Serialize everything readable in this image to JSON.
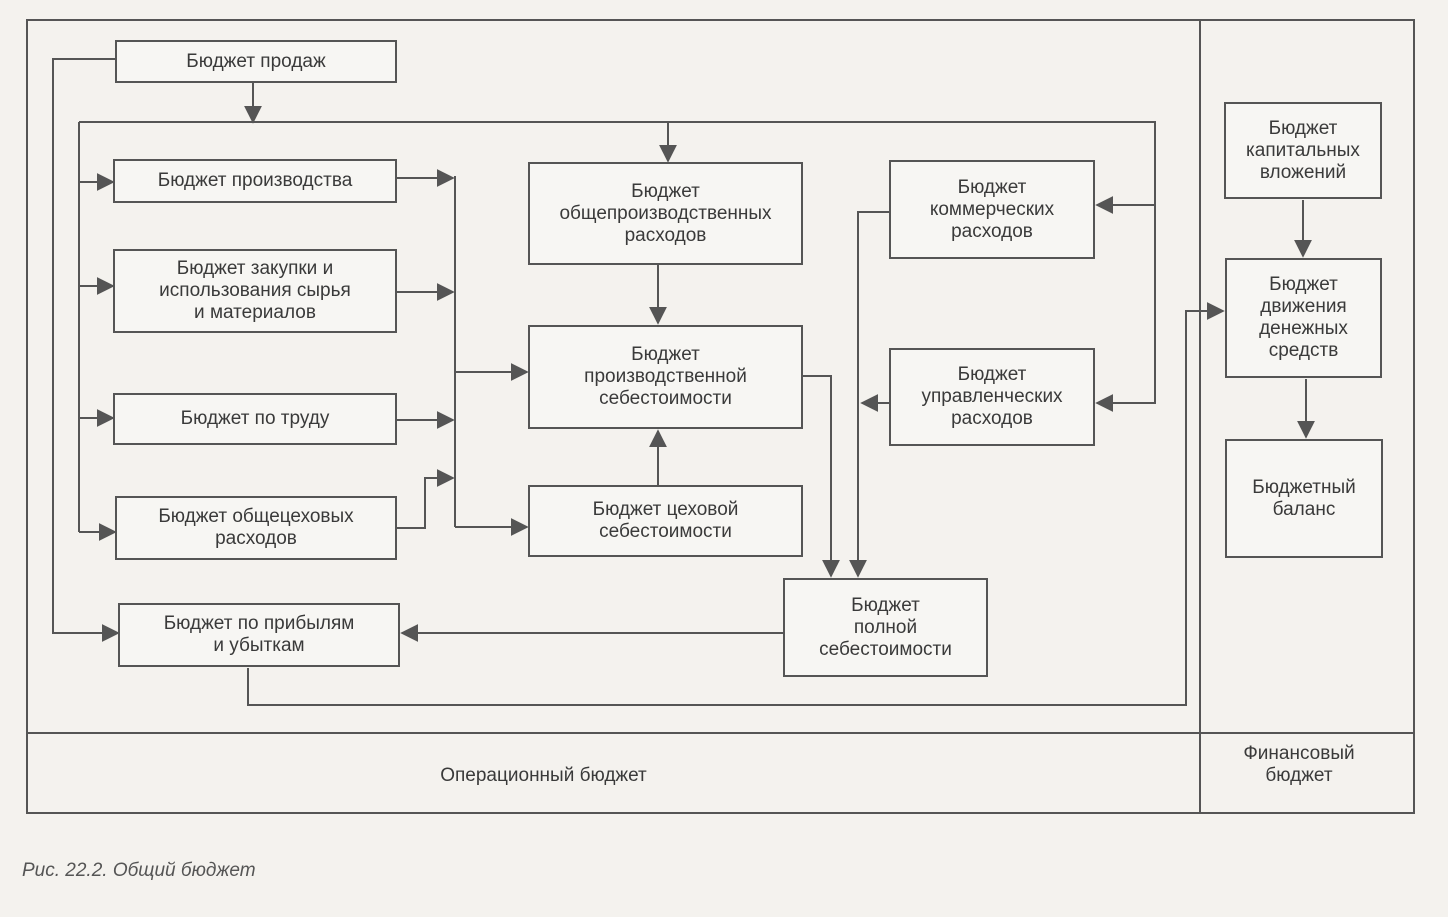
{
  "boxes": {
    "sales": "Бюджет продаж",
    "production": "Бюджет производства",
    "purchases": "Бюджет закупки и\nиспользования сырья\nи материалов",
    "labor": "Бюджет по труду",
    "shop_overhead": "Бюджет общецеховых\nрасходов",
    "profit_loss": "Бюджет по прибылям\nи убыткам",
    "general_overhead": "Бюджет\nобщепроизводственных\nрасходов",
    "production_cost": "Бюджет\nпроизводственной\nсебестоимости",
    "shop_cost": "Бюджет цеховой\nсебестоимости",
    "commercial": "Бюджет\nкоммерческих\nрасходов",
    "administrative": "Бюджет\nуправленческих\nрасходов",
    "full_cost": "Бюджет\nполной\nсебестоимости",
    "capital": "Бюджет\nкапитальных\nвложений",
    "cash_flow": "Бюджет\nдвижения\nденежных\nсредств",
    "balance": "Бюджетный\nбаланс"
  },
  "sections": {
    "operational": "Операционный бюджет",
    "financial": "Финансовый\nбюджет"
  },
  "caption": "Рис. 22.2. Общий бюджет"
}
